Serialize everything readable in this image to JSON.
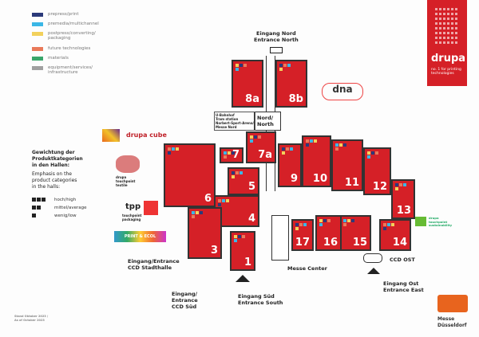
{
  "legend": {
    "items": [
      {
        "label": "prepress/print",
        "color": "#2b3a7a"
      },
      {
        "label": "premedia/multichannel",
        "color": "#3bb7e6"
      },
      {
        "label": "postpress/converting/\npackaging",
        "color": "#f2d15c"
      },
      {
        "label": "future technologies",
        "color": "#e97a5a"
      },
      {
        "label": "materials",
        "color": "#3aa66b"
      },
      {
        "label": "equipment/services/\ninfrastructure",
        "color": "#a0a0a0"
      }
    ]
  },
  "weighting": {
    "title_de": "Gewichtung der\nProduktkategorien\nin den Hallen:",
    "title_en": "Emphasis on the\nproduct categories\nin the halls:",
    "levels": [
      {
        "label": "hoch/high",
        "n": 3
      },
      {
        "label": "mittel/average",
        "n": 2
      },
      {
        "label": "wenig/low",
        "n": 1
      }
    ]
  },
  "brand": {
    "name": "drupa",
    "tagline": "no. 1 for printing\ntechnologies",
    "color": "#d52027"
  },
  "halls": [
    "8a",
    "8b",
    "6",
    "7",
    "7a",
    "5",
    "4",
    "3",
    "1",
    "9",
    "10",
    "11",
    "12",
    "13",
    "14",
    "15",
    "16",
    "17"
  ],
  "labels": {
    "north": "Eingang Nord\nEntrance North",
    "nord_box": "Nord/\nNorth",
    "tram": "U-Bahnhof\nTram station\nNorbert-Sport-Arena/\nMesse Nord",
    "stadthalle": "Eingang/Entrance\nCCD Stadthalle",
    "ccd_sued": "Eingang/\nEntrance\nCCD Süd",
    "south": "Eingang Süd\nEntrance South",
    "messe_center": "Messe Center",
    "ccd_ost": "CCD OST",
    "east": "Eingang Ost\nEntrance East",
    "date": "Stand Oktober 2023 /\nAs of October 2023",
    "messe": "Messe\nDüsseldorf"
  },
  "logos": {
    "dna": "dna",
    "cube": "drupa cube",
    "textile": "drupa\ntouchpoint\ntextile",
    "tpp": "tpp",
    "tpp_sub": "touchpoint\npackaging",
    "print_eco": "PRINT & ECOL",
    "sustain": "drupa\ntouchpoint\nsustainability"
  }
}
